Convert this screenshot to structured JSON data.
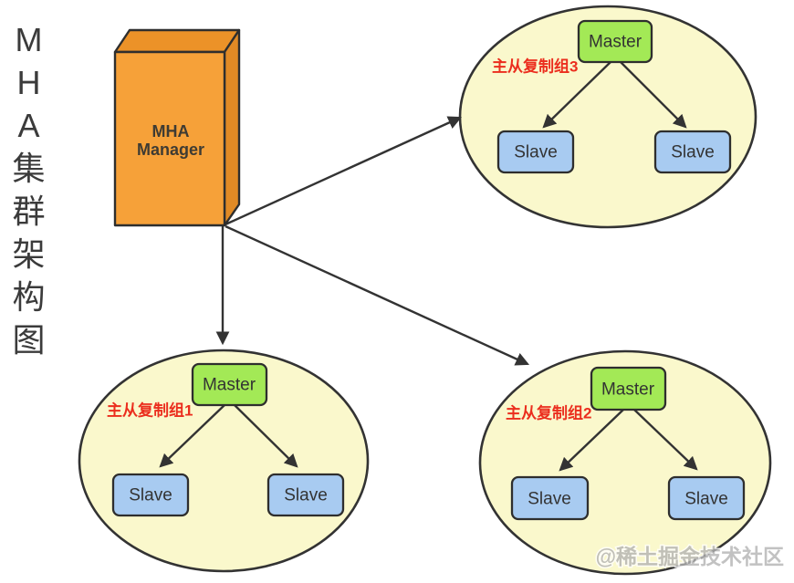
{
  "page": {
    "title": "MHA集群架构图",
    "watermark": "@稀土掘金技术社区"
  },
  "manager": {
    "label_line1": "MHA",
    "label_line2": "Manager"
  },
  "clusters": [
    {
      "label": "主从复制组3",
      "master": "Master",
      "slaves": [
        "Slave",
        "Slave"
      ]
    },
    {
      "label": "主从复制组1",
      "master": "Master",
      "slaves": [
        "Slave",
        "Slave"
      ]
    },
    {
      "label": "主从复制组2",
      "master": "Master",
      "slaves": [
        "Slave",
        "Slave"
      ]
    }
  ],
  "colors": {
    "manager_front": "#F6A139",
    "manager_top": "#EC9228",
    "manager_side": "#E0882293",
    "manager_side_solid": "#E18A25",
    "ellipse_fill": "#FAF8CC",
    "master_fill": "#A3E956",
    "slave_fill": "#A8CBF1",
    "label_red": "#EB2E1E",
    "line": "#333333",
    "title_text": "#3B3B3B",
    "watermark_gray": "#B3B3B3"
  }
}
